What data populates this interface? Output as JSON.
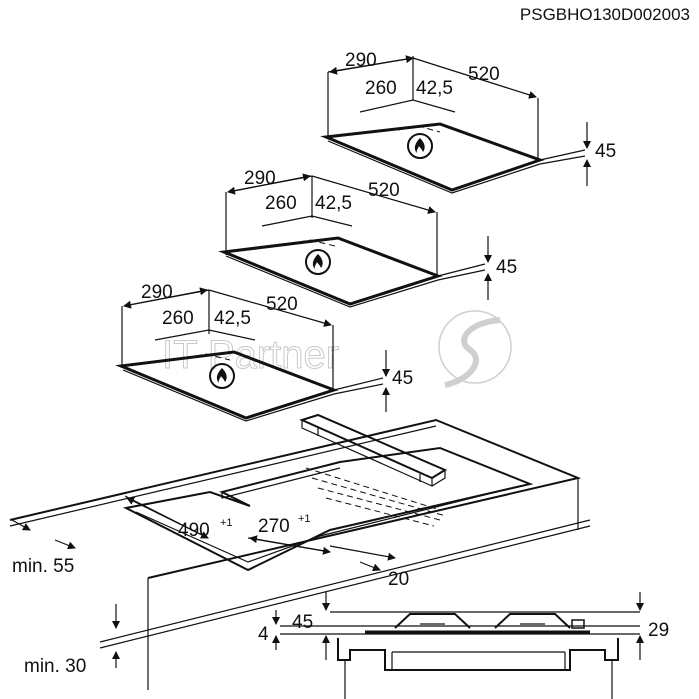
{
  "drawing_code": "PSGBHO130D002003",
  "watermark": "IT Partner",
  "hobs": [
    {
      "dim_width": "290",
      "dim_depth": "520",
      "dim_center": "260",
      "dim_offset": "42,5",
      "dim_height": "45"
    },
    {
      "dim_width": "290",
      "dim_depth": "520",
      "dim_center": "260",
      "dim_offset": "42,5",
      "dim_height": "45"
    },
    {
      "dim_width": "290",
      "dim_depth": "520",
      "dim_center": "260",
      "dim_offset": "42,5",
      "dim_height": "45"
    }
  ],
  "cutout": {
    "width": "490",
    "width_tol": "+1",
    "depth": "270",
    "depth_tol": "+1",
    "edge": "20",
    "min_front": "min. 55",
    "min_bottom": "min. 30"
  },
  "section": {
    "dim_left": "45",
    "dim_thin": "4",
    "dim_right": "29"
  }
}
